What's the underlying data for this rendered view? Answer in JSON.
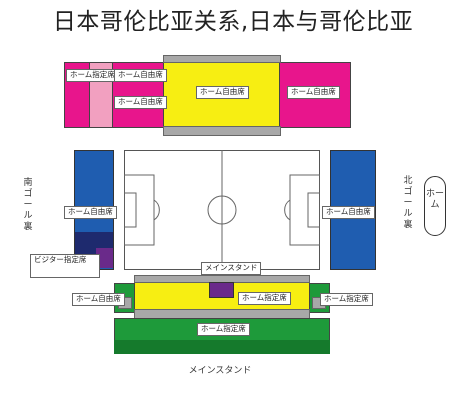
{
  "title": "日本哥伦比亚关系,日本与哥伦比亚",
  "colors": {
    "magenta": "#e8158c",
    "pink": "#f2a0c0",
    "yellow": "#f7ee12",
    "blue": "#1f5db0",
    "navy": "#1e2a6e",
    "purple": "#6a2a8a",
    "green": "#1e9a3a",
    "dark_green": "#157a2c",
    "gray": "#a8a8a8",
    "line": "#555555"
  },
  "labels": {
    "north_left_1": "ホーム指定席",
    "north_left_2": "ホーム自由席",
    "north_left_3": "ホーム自由席",
    "north_center": "ホーム自由席",
    "north_right": "ホーム自由席",
    "west_main": "ホーム自由席",
    "west_box": "ビジター指定席",
    "east_main": "ホーム自由席",
    "south_left": "ホーム自由席",
    "south_center_top": "メインスタンド",
    "south_yellow": "ホーム指定席",
    "south_right": "ホーム指定席",
    "south_green": "ホーム指定席"
  },
  "side_text": {
    "left_vertical": "南ゴール裏",
    "right_vertical": "北ゴール裏",
    "home_oval": "ホーム",
    "bottom": "メインスタンド"
  }
}
